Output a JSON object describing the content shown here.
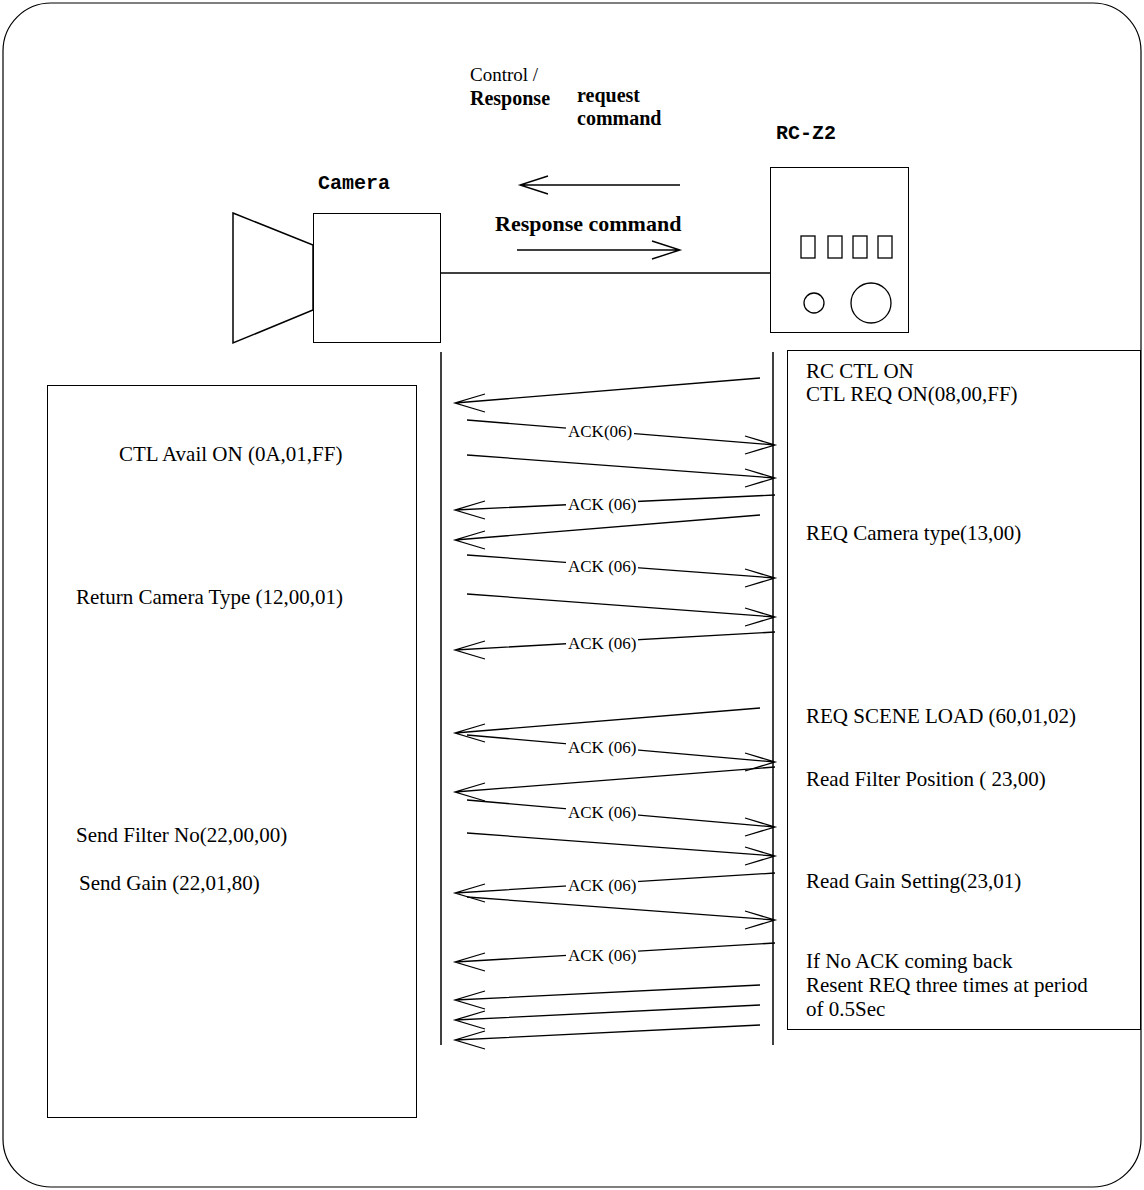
{
  "diagram": {
    "nodes": [
      {
        "text": [
          "Camera"
        ]
      },
      {
        "text": [
          "RC-Z2"
        ]
      },
      {
        "text": [
          "CTL Avail ON (0A,01,FF)",
          "Return Camera Type (12,00,01)",
          "Send Filter No(22,00,00)",
          "Send Gain (22,01,80)"
        ]
      },
      {
        "text": [
          "RC CTL ON",
          "CTL REQ ON(08,00,FF)",
          "REQ Camera type(13,00)",
          "REQ SCENE LOAD (60,01,02)",
          "Read Filter Position ( 23,00)",
          "Read Gain Setting(23,01)",
          "If No ACK coming back",
          "Resent REQ three times at period of 0.5Sec"
        ]
      }
    ],
    "edges": [
      {
        "from": 0,
        "to": 1,
        "arrow": "none"
      }
    ],
    "labels": [
      "Control /",
      "Response",
      "request",
      "command",
      "Response command",
      "ACK(06)",
      "ACK (06)",
      "ACK (06)",
      "ACK (06)",
      "ACK (06)",
      "ACK (06)",
      "ACK (06)",
      "ACK (06)"
    ]
  }
}
